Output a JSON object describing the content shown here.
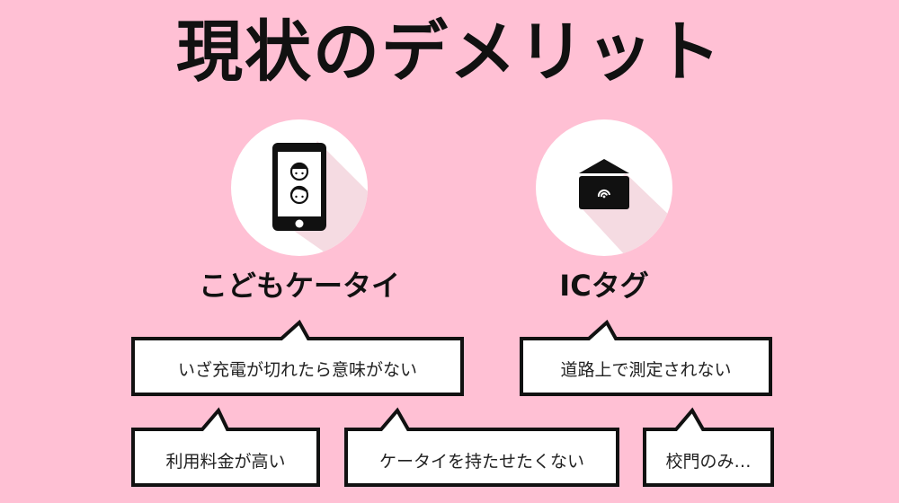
{
  "title": "現状のデメリット",
  "colors": {
    "background": "#ffc0d4",
    "circle": "#ffffff",
    "icon": "#111111",
    "text": "#111111"
  },
  "items": [
    {
      "label": "こどもケータイ",
      "icon": "kids-phone-icon"
    },
    {
      "label": "ICタグ",
      "icon": "ic-tag-icon"
    }
  ],
  "bubbles": [
    {
      "text": "いざ充電が切れたら意味がない"
    },
    {
      "text": "道路上で測定されない"
    },
    {
      "text": "利用料金が高い"
    },
    {
      "text": "ケータイを持たせたくない"
    },
    {
      "text": "校門のみ…"
    }
  ]
}
